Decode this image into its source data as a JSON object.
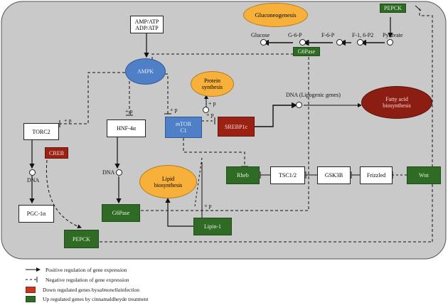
{
  "nodes": {
    "amp_atp": "AMP/ATP",
    "adp_atp": "ADP/ATP",
    "ampk": "AMPK",
    "gluconeogenesis": "Gluconeogenesis",
    "pepck_top": "PEPCK",
    "g6pase_top": "G6Pase",
    "protein_synthesis": "Protein\nsynthesis",
    "torc2": "TORC2",
    "hnf4a": "HNF-4α",
    "mtor": "mTOR\nC1",
    "srebp1c": "SREBP1c",
    "dna_lipogenic": "DNA (Lipogenic genes)",
    "fatty_acid": "Fatty acid\nbiosynthesis",
    "creb": "CREB",
    "dna_left": "DNA",
    "dna_mid": "DNA",
    "pgc1a": "PGC-1α",
    "lipid_bio": "Lipid\nbiosynthesis",
    "rheb": "Rheb",
    "tsc12": "TSC1/2",
    "gsk3b": "GSK3B",
    "frizzled": "Frizzled",
    "wnt": "Wnt",
    "g6pase_mid": "G6Pase",
    "lipin1": "Lipin-1",
    "pepck_bottom": "PEPCK"
  },
  "pathway": {
    "glucose": "Glucose",
    "g6p": "G-6-P",
    "f6p": "F-6-P",
    "f16p2": "F-1, 6-P2",
    "pyruvate": "Pyruvate"
  },
  "marks": {
    "p1": "+ p",
    "p2": "+ p",
    "p3": "+ p",
    "p4": "+ p",
    "p5": "+ p",
    "p6": "+ p"
  },
  "legend": {
    "positive": "Positive regulation of gene expression",
    "negative": "Negative regulation of gene expression",
    "down_prefix": "Down regulated genes by ",
    "down_italic": "salmonella",
    "down_suffix": " infection",
    "up": "Up regulated genes by cinnamaldheyde treatment"
  },
  "colors": {
    "background_panel": "#c9c9c9",
    "down_regulated": "#9b2113",
    "up_regulated": "#2f6b24",
    "ampk_blue": "#4f7fc7",
    "process_orange": "#f7b13b"
  }
}
